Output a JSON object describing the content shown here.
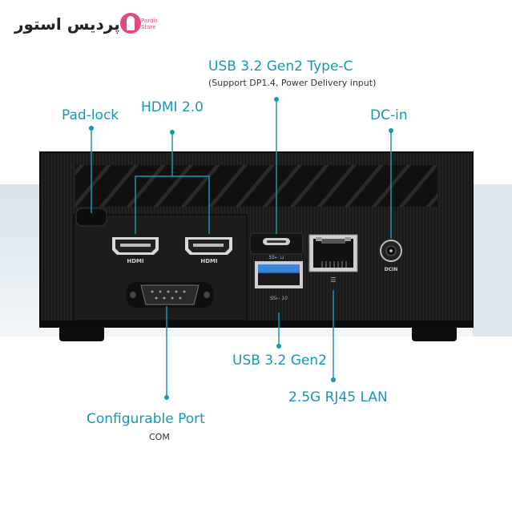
{
  "brand": {
    "name_fa": "پردیس استور",
    "name_en_line1": "Pardis",
    "name_en_line2": "Store",
    "color": "#e5497a"
  },
  "labels": {
    "padlock": "Pad-lock",
    "hdmi": "HDMI 2.0",
    "usb_c": "USB 3.2 Gen2 Type-C",
    "usb_c_sub": "(Support DP1.4, Power Delivery input)",
    "dc_in": "DC-in",
    "usb_a": "USB 3.2 Gen2",
    "lan": "2.5G RJ45 LAN",
    "com": "Configurable Port",
    "com_sub": "COM"
  },
  "port_marks": {
    "hdmi_left": "HDMI",
    "hdmi_right": "HDMI",
    "usb_c_mark": "SS⇠ ⊔",
    "usb_a_mark": "SS⇠ 10",
    "lan_mark": "☰",
    "dc_mark": "DCIN"
  },
  "colors": {
    "accent": "#1597b8",
    "device": "#161616",
    "background_band": "#dfe7ee"
  }
}
